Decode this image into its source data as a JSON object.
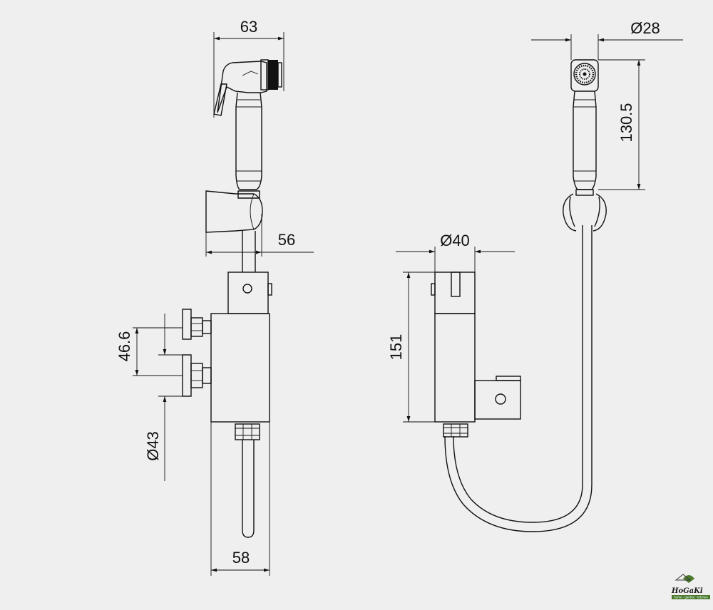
{
  "dimensions": {
    "left_head_width": "63",
    "left_holder_width": "56",
    "left_valve_spacing": "46.6",
    "left_valve_diameter": "Ø43",
    "left_body_width": "58",
    "right_head_diameter": "Ø28",
    "right_head_length": "130.5",
    "right_body_diameter": "Ø40",
    "right_body_height": "151"
  },
  "logo": {
    "name": "HoGaKi",
    "tagline": "home · garden · kitchen"
  },
  "colors": {
    "background": "#efefef",
    "line": "#111111",
    "logo_green": "#4a7a2c"
  }
}
